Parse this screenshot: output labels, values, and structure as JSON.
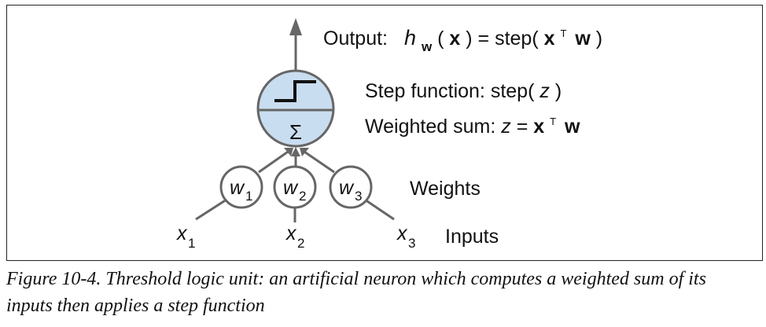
{
  "diagram": {
    "output_label": "Output:",
    "output_h": "h",
    "output_w_sub": "w",
    "output_open": "(",
    "output_x": "x",
    "output_mid": ") = step(",
    "output_xT": "x",
    "output_T": "T",
    "output_w": "w",
    "output_close": ")",
    "step_label": "Step function: step(",
    "step_z": "z",
    "step_close": ")",
    "wsum_label": "Weighted sum: ",
    "wsum_z": "z",
    "wsum_eq": " = ",
    "wsum_x": "x",
    "wsum_T": "T",
    "wsum_w": "w",
    "sigma": "Σ",
    "weights_label": "Weights",
    "inputs_label": "Inputs",
    "weights": [
      {
        "sym": "w",
        "sub": "1"
      },
      {
        "sym": "w",
        "sub": "2"
      },
      {
        "sym": "w",
        "sub": "3"
      }
    ],
    "inputs": [
      {
        "sym": "x",
        "sub": "1"
      },
      {
        "sym": "x",
        "sub": "2"
      },
      {
        "sym": "x",
        "sub": "3"
      }
    ]
  },
  "caption": "Figure 10-4. Threshold logic unit: an artificial neuron which computes a weighted sum of its inputs then applies a step function",
  "colors": {
    "neuron_fill": "#c9ddf0",
    "stroke": "#666666"
  }
}
